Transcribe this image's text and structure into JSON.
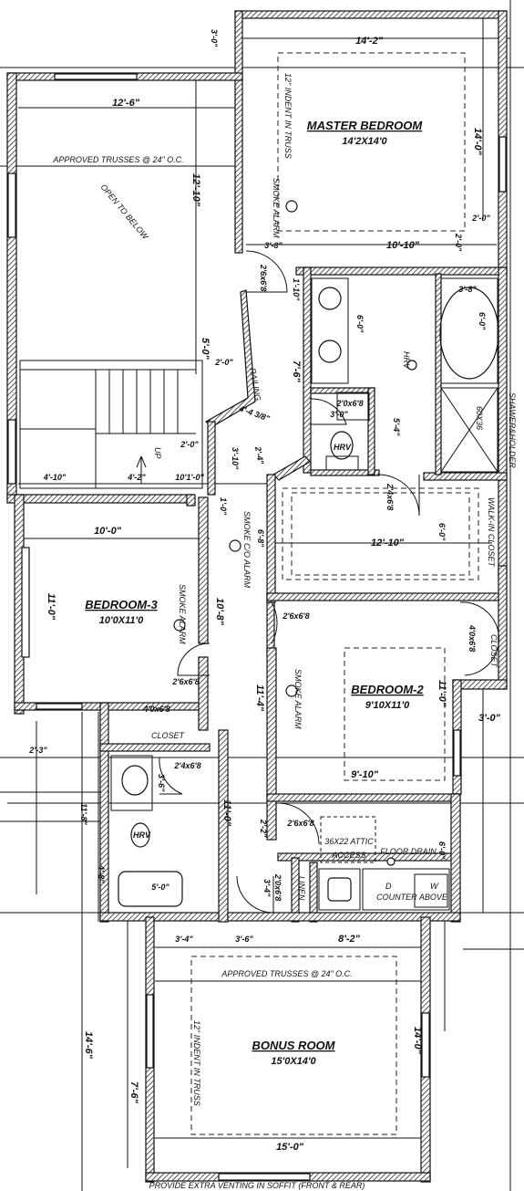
{
  "rooms": {
    "master": {
      "name": "MASTER BEDROOM",
      "size": "14'2X14'0"
    },
    "bedroom3": {
      "name": "BEDROOM-3",
      "size": "10'0X11'0"
    },
    "bedroom2": {
      "name": "BEDROOM-2",
      "size": "9'10X11'0"
    },
    "bonus": {
      "name": "BONUS ROOM",
      "size": "15'0X14'0"
    }
  },
  "notes": {
    "trusses_top": "APPROVED TRUSSES @ 24\" O.C.",
    "trusses_bonus": "APPROVED TRUSSES @ 24\" O.C.",
    "open_below": "OPEN TO BELOW",
    "indent_master": "12\" INDENT IN TRUSS",
    "indent_bonus": "12\" INDENT IN TRUSS",
    "smoke1": "SMOKE ALARM",
    "smoke2": "SMOKE ALARM",
    "smoke3": "SMOKE ALARM",
    "smoke4": "SMOKE C/O ALARM",
    "railing": "RAILING",
    "up": "UP",
    "hrv1": "HRV",
    "hrv2": "HRV",
    "hrv3": "HRV",
    "shower": "SHAWER&HOLDER",
    "tub": "60X36",
    "walkin": "WALK-IN CLOSET",
    "closet1": "CLOSET",
    "closet2": "CLOSET",
    "linen": "LINEN",
    "attic": "36X22 ATTIC",
    "access": "ACCESS",
    "floor_drain": "FLOOR DRAIN",
    "counter": "COUNTER ABOVE",
    "washer": "W",
    "dryer": "D",
    "footer": "PROVIDE EXTRA VENTING IN SOFFIT (FRONT & REAR)"
  },
  "dims": {
    "d1": "14'-2\"",
    "d2": "3'-0\"",
    "d3": "12'-6\"",
    "d4": "12'-10\"",
    "d5": "14'-0\"",
    "d6": "2'-0\"",
    "d7": "3'-8\"",
    "d8": "10'-10\"",
    "d9": "2'-0\"",
    "d10": "2'6x6'8",
    "d11": "1'-10\"",
    "d12": "6'-0\"",
    "d13": "3'-8\"",
    "d14": "6'-0\"",
    "d15": "7'-6\"",
    "d16": "5'-0\"",
    "d17": "2'-0\"",
    "d18": "2'0x6'8",
    "d19": "3'-0\"",
    "d20": "5'-4\"",
    "d21": "4'-4 3/8\"",
    "d22": "2'-0\"",
    "d23": "3'-10\"",
    "d24": "2'-4\"",
    "d25": "4'-10\"",
    "d26": "4'-2\"",
    "d27": "10'1'-0\"",
    "d28": "2'4x6'8",
    "d29": "10'-0\"",
    "d30": "12'-10\"",
    "d31": "6'-0\"",
    "d32": "11'-0\"",
    "d33": "6'-8\"",
    "d34": "10'-8\"",
    "d35": "2'6x6'8",
    "d36": "4'0x6'8",
    "d37": "11'-4\"",
    "d38": "11'-0\"",
    "d39": "3'-0\"",
    "d40": "4'0x6'8",
    "d41": "2'6x6'8",
    "d42": "2'-3\"",
    "d43": "9'-10\"",
    "d44": "2'4x6'8",
    "d45": "11'-8\"",
    "d46": "3'-6\"",
    "d47": "11'-0\"",
    "d48": "2'6x6'8",
    "d49": "2'-2\"",
    "d50": "6'-0\"",
    "d51": "4'-8\"",
    "d52": "5'-0\"",
    "d53": "2'0x6'8",
    "d54": "3'-4\"",
    "d55": "3'-4\"",
    "d56": "3'-6\"",
    "d57": "8'-2\"",
    "d58": "14'-0\"",
    "d59": "14'-6\"",
    "d60": "7'-6\"",
    "d61": "15'-0\"",
    "d62": "1'-0\""
  }
}
